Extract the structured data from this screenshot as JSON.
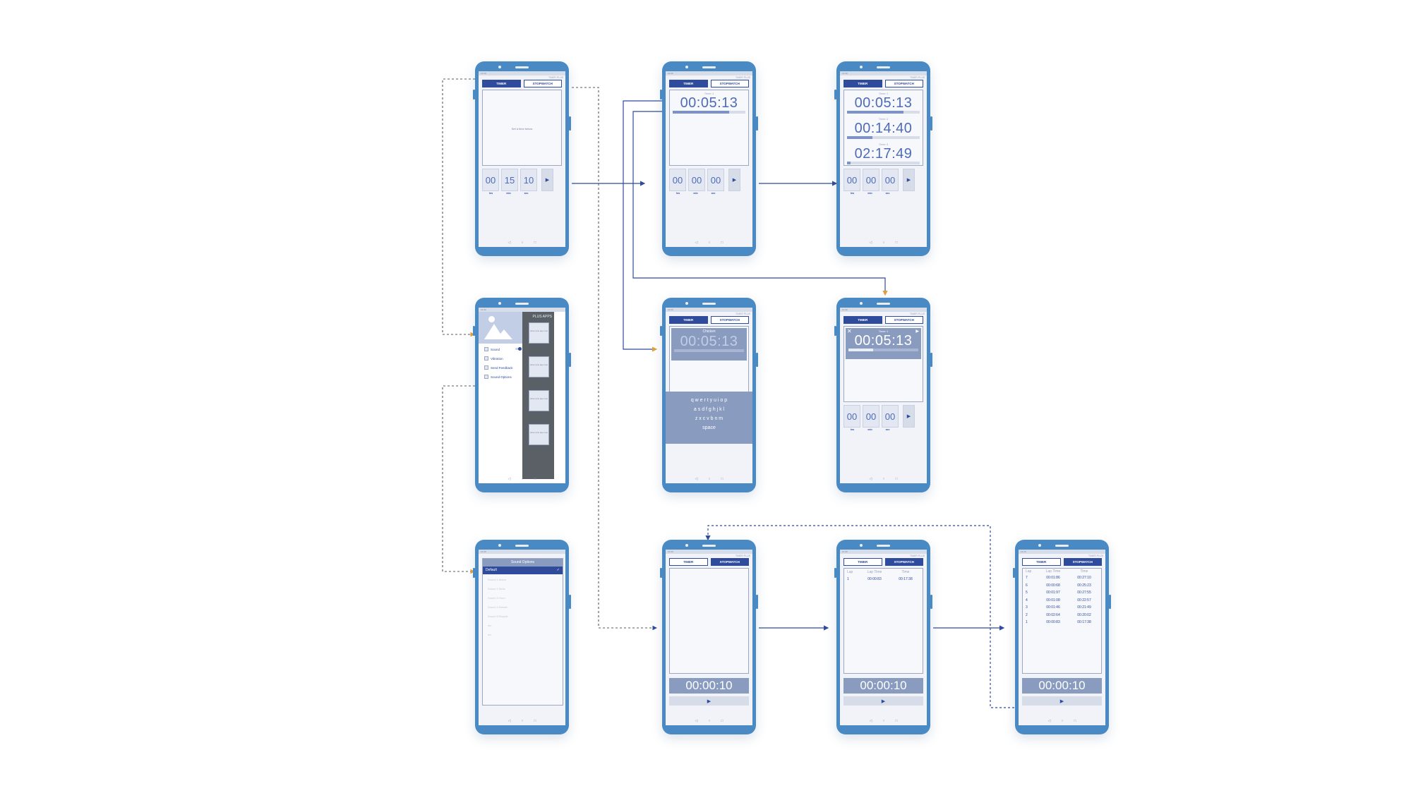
{
  "app": {
    "name": "TIMER PLUS",
    "status_time": "12:30"
  },
  "tabs": {
    "timer": "TIMER",
    "stopwatch": "STOPWATCH"
  },
  "icons": {
    "play": "play-icon",
    "check": "check-icon",
    "close": "close-icon",
    "toggle": "toggle-icon"
  },
  "nav": {
    "back": "◁",
    "home": "○",
    "recent": "□"
  },
  "units": {
    "hrs": "hrs",
    "min": "min",
    "sec": "sec"
  },
  "timer_set": {
    "hint": "Set a time below",
    "h": "00",
    "m": "15",
    "s": "10"
  },
  "picker_zero": {
    "h": "00",
    "m": "00",
    "s": "00"
  },
  "timer_running": {
    "label": "Timer 1",
    "time": "00:05:13",
    "progress": 0.78
  },
  "timers_multi": [
    {
      "label": "Timer 1",
      "time": "00:05:13",
      "progress": 0.78
    },
    {
      "label": "Timer 2",
      "time": "00:14:40",
      "progress": 0.35
    },
    {
      "label": "Timer 3",
      "time": "02:17:49",
      "progress": 0.05
    }
  ],
  "timer_rename": {
    "name": "Chicken",
    "time": "00:05:13",
    "keyboard": {
      "row1": "q w e r t y u i o p",
      "row2": "a s d f g h j k l",
      "row3": "z x c v b n m",
      "space": "space"
    }
  },
  "timer_card": {
    "label": "Timer 1",
    "time": "00:05:13",
    "progress": 0.35
  },
  "drawer": {
    "side_title": "PLUS APPS",
    "items": [
      "Sound",
      "Vibration",
      "Send Feedback",
      "Sound Options"
    ],
    "cards": [
      "other plus app icon",
      "other plus app icon",
      "other plus app icon",
      "other plus app icon"
    ]
  },
  "sound_options": {
    "title": "Sound Options",
    "selected": "Default",
    "items": [
      "Sound 1 Alarm",
      "Sound 2 Bells",
      "Sound 3 Horn",
      "Sound 4 Breath",
      "Sound 5 Bicycle",
      "etc",
      "etc"
    ]
  },
  "stopwatch": {
    "h": "00",
    "m": "00",
    "s": "10"
  },
  "laps_header": {
    "lap": "Lap",
    "lap_time": "Lap Time",
    "time": "Time"
  },
  "laps_one": [
    {
      "lap": "1",
      "lap_time": "00:00:83",
      "time": "00:17:38"
    }
  ],
  "laps_many": [
    {
      "lap": "7",
      "lap_time": "00:01:86",
      "time": "00:27:10"
    },
    {
      "lap": "6",
      "lap_time": "00:00:68",
      "time": "00:25:23"
    },
    {
      "lap": "5",
      "lap_time": "00:01:97",
      "time": "00:27:55"
    },
    {
      "lap": "4",
      "lap_time": "00:01:08",
      "time": "00:22:57"
    },
    {
      "lap": "3",
      "lap_time": "00:01:46",
      "time": "00:21:49"
    },
    {
      "lap": "2",
      "lap_time": "00:02:64",
      "time": "00:20:02"
    },
    {
      "lap": "1",
      "lap_time": "00:00:83",
      "time": "00:17:38"
    }
  ],
  "colors": {
    "phone": "#4a8ac4",
    "accent": "#2f4b9c",
    "connector_solid": "#2f4b9c",
    "connector_dashed": "#5a5a5a",
    "connector_blue_dashed": "#2f4b9c",
    "arrowhead_alt": "#e0a040"
  }
}
